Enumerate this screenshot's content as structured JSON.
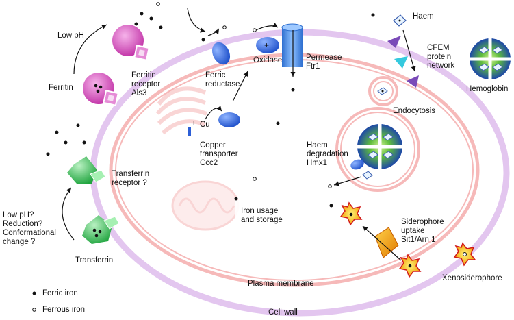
{
  "labels": {
    "low_ph": "Low pH",
    "ferritin": "Ferritin",
    "ferritin_receptor": "Ferritin\nreceptor\nAls3",
    "transferrin_receptor": "Transferrin\nreceptor ?",
    "transferrin": "Transferrin",
    "low_ph_question": "Low pH?\nReduction?\nConformational\nchange ?",
    "ferric_reductase": "Ferric\nreductase",
    "oxidase": "Oxidase",
    "permease": "Permease\nFtr1",
    "cu": "Cu",
    "copper_transporter": "Copper\ntransporter\nCcc2",
    "haem": "Haem",
    "cfem": "CFEM\nprotein\nnetwork",
    "hemoglobin": "Hemoglobin",
    "endocytosis": "Endocytosis",
    "haem_degradation": "Haem\ndegradation\nHmx1",
    "iron_usage": "Iron usage\nand storage",
    "siderophore_uptake": "Siderophore\nuptake\nSit1/Arn 1",
    "xenosiderophore": "Xenosiderophore",
    "plasma_membrane": "Plasma membrane",
    "cell_wall": "Cell wall",
    "legend_ferric": "Ferric iron",
    "legend_ferrous": "Ferrous iron"
  },
  "colors": {
    "cell_wall": "#e3c6ef",
    "membrane": "#f6b9b9",
    "ferritin": "#d040b4",
    "transferrin": "#3ec45c",
    "protein_blue": "#2d5fd6",
    "permease": "#3e86e0",
    "siderophore_star": "#f2b300",
    "siderophore_rim": "#d11a1a",
    "cfem_purple": "#7a4ab8",
    "cfem_cyan": "#35c9de",
    "hemoglobin_blue": "#1f4db5",
    "hemoglobin_green": "#8cd44a"
  }
}
